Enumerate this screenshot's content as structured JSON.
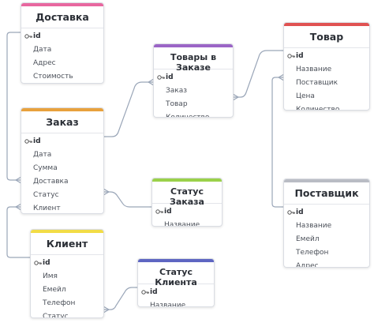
{
  "colors": {
    "line": "#9aa6b8",
    "delivery": "#e8679f",
    "order_items": "#9b65c6",
    "product": "#e05252",
    "order": "#e8a13d",
    "order_status": "#9bd14a",
    "supplier": "#b9bcc4",
    "client": "#f2dc46",
    "client_status": "#5e66c2"
  },
  "entities": {
    "delivery": {
      "title": "Доставка",
      "fields": [
        "id",
        "Дата",
        "Адрес",
        "Стоимость"
      ]
    },
    "order_items": {
      "title": "Товары в Заказе",
      "fields": [
        "id",
        "Заказ",
        "Товар",
        "Количество"
      ]
    },
    "product": {
      "title": "Товар",
      "fields": [
        "id",
        "Название",
        "Поставщик",
        "Цена",
        "Количество"
      ]
    },
    "order": {
      "title": "Заказ",
      "fields": [
        "id",
        "Дата",
        "Сумма",
        "Доставка",
        "Статус",
        "Клиент"
      ]
    },
    "order_status": {
      "title": "Статус Заказа",
      "fields": [
        "id",
        "Название"
      ]
    },
    "supplier": {
      "title": "Поставщик",
      "fields": [
        "id",
        "Название",
        "Емейл",
        "Телефон",
        "Адрес"
      ]
    },
    "client": {
      "title": "Клиент",
      "fields": [
        "id",
        "Имя",
        "Емейл",
        "Телефон",
        "Статус"
      ]
    },
    "client_status": {
      "title": "Статус Клиента",
      "fields": [
        "id",
        "Название"
      ]
    }
  }
}
